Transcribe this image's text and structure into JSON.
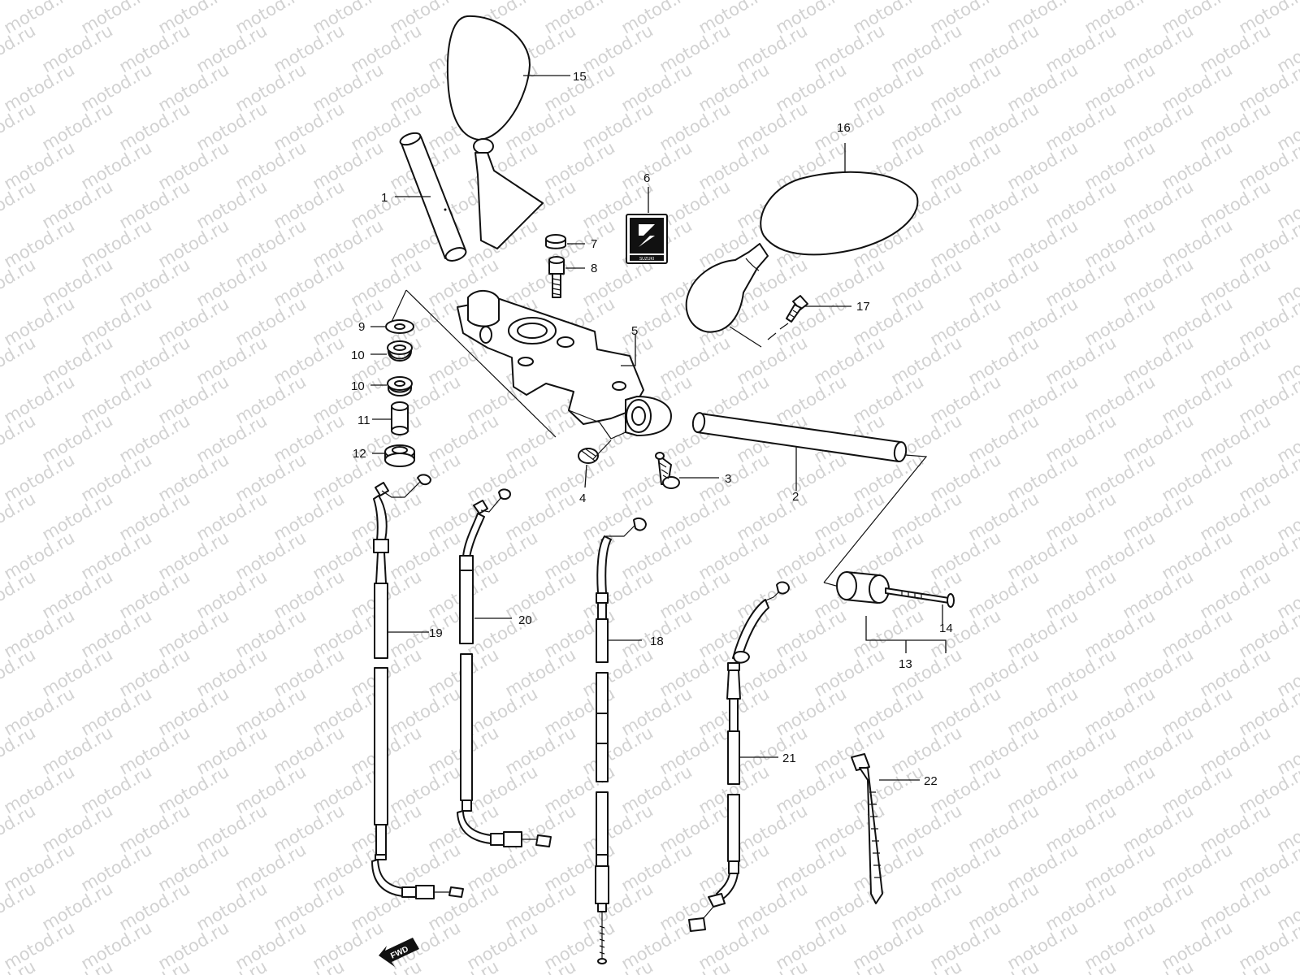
{
  "watermark": "motod.ru",
  "brand_logo_text": "SUZUKI",
  "direction_label": "FWD",
  "callouts": {
    "c1": "1",
    "c2": "2",
    "c3": "3",
    "c4": "4",
    "c5": "5",
    "c6": "6",
    "c7": "7",
    "c8": "8",
    "c9": "9",
    "c10a": "10",
    "c10b": "10",
    "c11": "11",
    "c12": "12",
    "c13": "13",
    "c14": "14",
    "c15": "15",
    "c16": "16",
    "c17": "17",
    "c18": "18",
    "c19": "19",
    "c20": "20",
    "c21": "21",
    "c22": "22"
  },
  "colors": {
    "line": "#111111",
    "watermark": "#c4c4c4",
    "background": "#ffffff"
  }
}
